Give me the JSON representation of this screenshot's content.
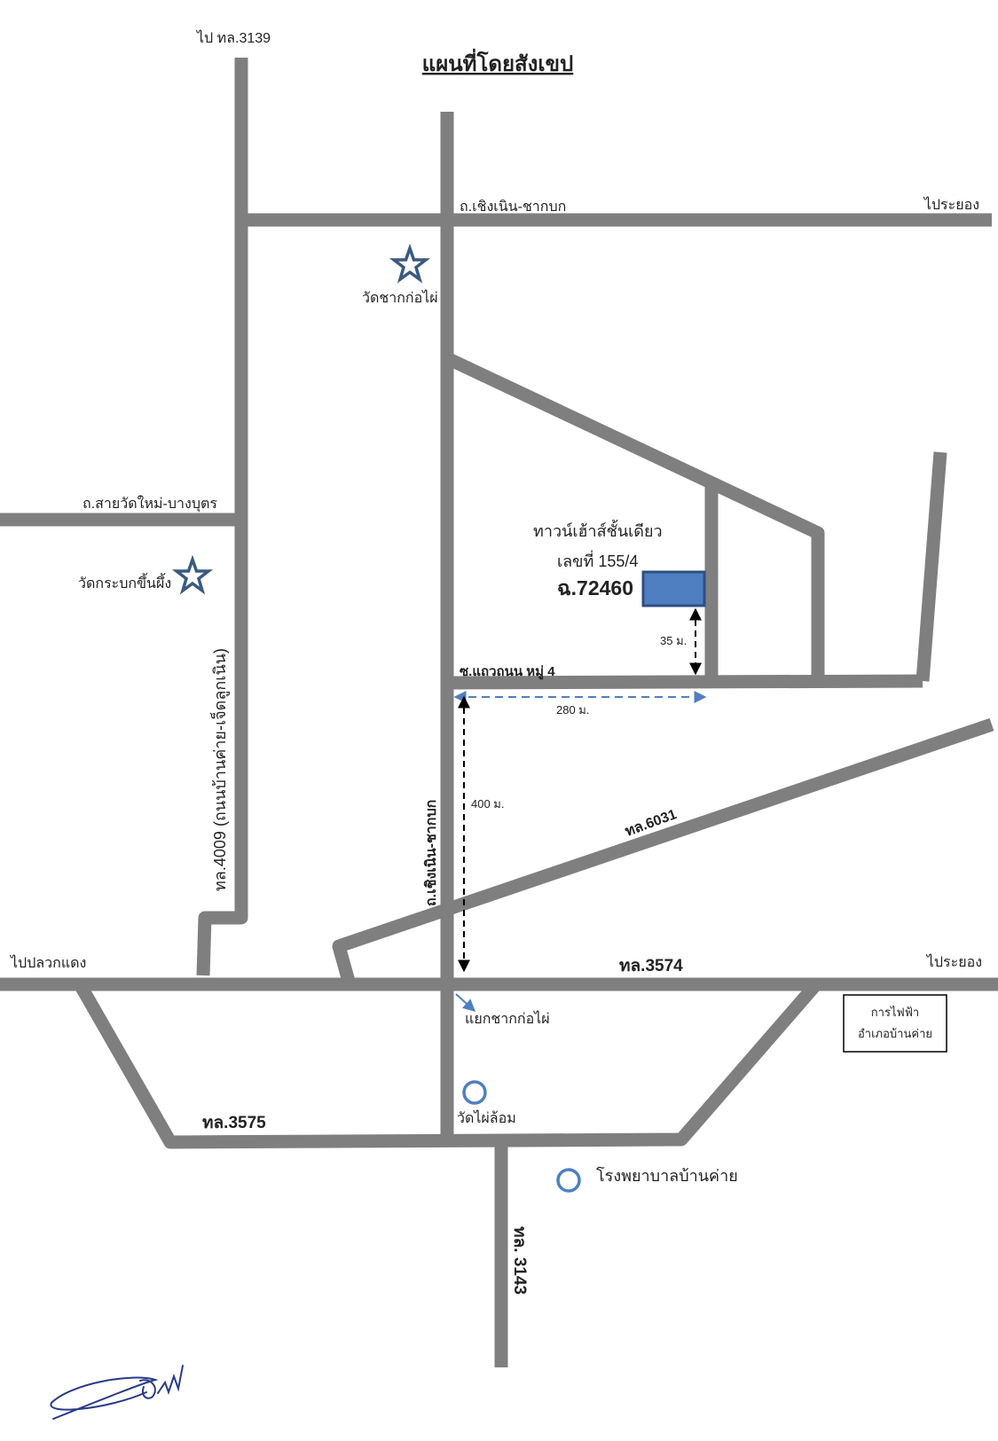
{
  "map": {
    "title": "แผนที่โดยสังเขป",
    "labels": {
      "to_3139": "ไป ทล.3139",
      "road_choeng_noen_top": "ถ.เชิงเนิน-ชากบก",
      "to_rayong_top": "ไประยอง",
      "wat_chak_ko_phai": "วัดชากก่อไผ่",
      "road_sai_wat_mai": "ถ.สายวัดใหม่-บางบุตร",
      "wat_krabok": "วัดกระบกขึ้นผึ้ง",
      "road_4009": "ทล.4009 (ถนนบ้านค่าย-เจ็ดลูกเนิน)",
      "property_type": "ทาวน์เฮ้าส์ชั้นเดียว",
      "property_number": "เลขที่ 155/4",
      "property_code": "ฉ.72460",
      "dist_35": "35 ม.",
      "soi_taew_thanon": "ซ.แถวถนน หมู่ 4",
      "dist_280": "280 ม.",
      "dist_400": "400 ม.",
      "road_choeng_noen_vertical": "ถ.เชิงเนิน-ชากบก",
      "road_6031": "ทล.6031",
      "to_pluak_daeng": "ไปปลวกแดง",
      "road_3574": "ทล.3574",
      "to_rayong_bottom": "ไประยอง",
      "junction_chak_ko_phai": "แยกชากก่อไผ่",
      "electricity_line1": "การไฟฟ้า",
      "electricity_line2": "อำเภอบ้านค่าย",
      "wat_phai_lom": "วัดไผ่ล้อม",
      "road_3575": "ทล.3575",
      "hospital": "โรงพยาบาลบ้านค่าย",
      "road_3143": "ทล. 3143"
    },
    "colors": {
      "road": "#7f7f7f",
      "property": "#4f7fc1",
      "property_border": "#2e4f7f",
      "star": "#3a5a80",
      "landmark_circle": "#4f7fc1",
      "measure_blue": "#4f7fc1",
      "measure_black": "#000000",
      "signature": "#2a3a8a"
    },
    "icons": {
      "temple_marker": "star-icon",
      "landmark_marker": "circle-icon"
    }
  }
}
